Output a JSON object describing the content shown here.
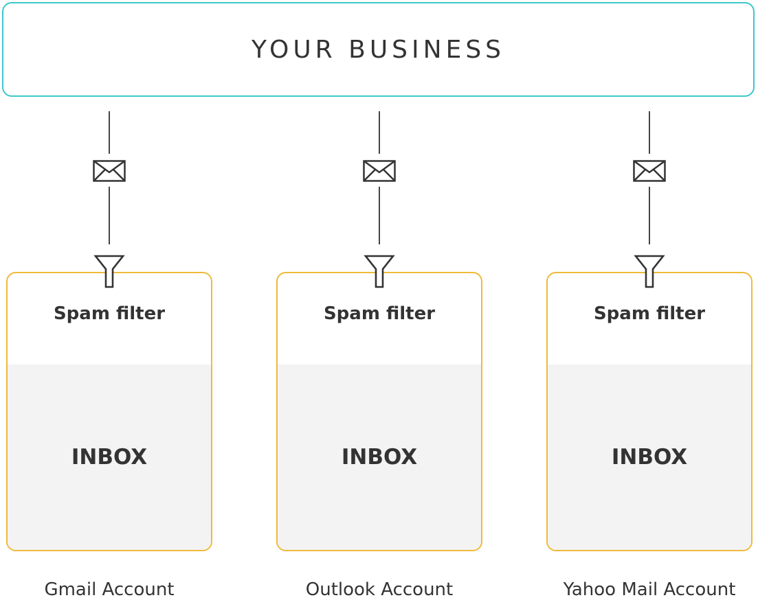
{
  "header": {
    "title": "YOUR BUSINESS"
  },
  "accounts": [
    {
      "spam_label": "Spam filter",
      "inbox_label": "INBOX",
      "account_label": "Gmail Account"
    },
    {
      "spam_label": "Spam filter",
      "inbox_label": "INBOX",
      "account_label": "Outlook Account"
    },
    {
      "spam_label": "Spam filter",
      "inbox_label": "INBOX",
      "account_label": "Yahoo Mail Account"
    }
  ],
  "icons": {
    "mail": "envelope-icon",
    "filter": "funnel-icon"
  },
  "colors": {
    "business_border": "#3cc7cc",
    "card_border": "#f0b93a",
    "inbox_fill": "#f3f3f3",
    "line": "#444444",
    "text": "#333333"
  }
}
